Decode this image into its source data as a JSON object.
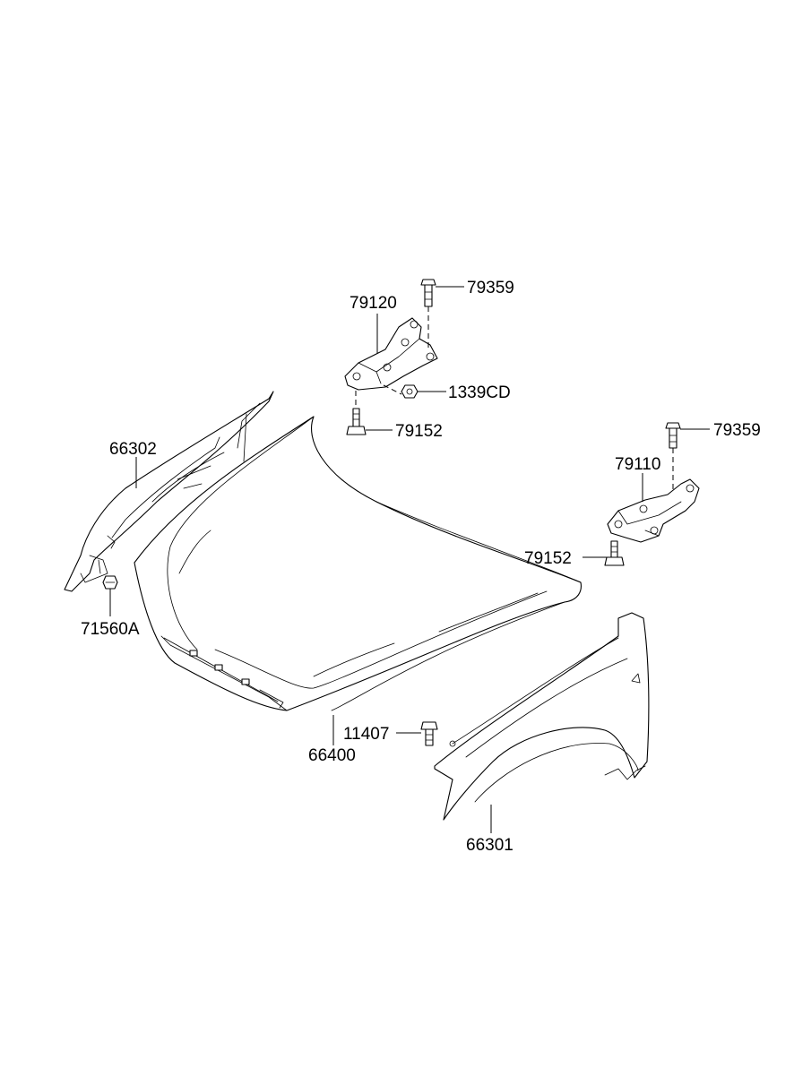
{
  "labels": {
    "p79359_top": "79359",
    "p79120": "79120",
    "p1339CD": "1339CD",
    "p79152_top": "79152",
    "p79359_right": "79359",
    "p79110": "79110",
    "p79152_right": "79152",
    "p66302": "66302",
    "p71560A": "71560A",
    "p11407": "11407",
    "p66400": "66400",
    "p66301": "66301"
  }
}
